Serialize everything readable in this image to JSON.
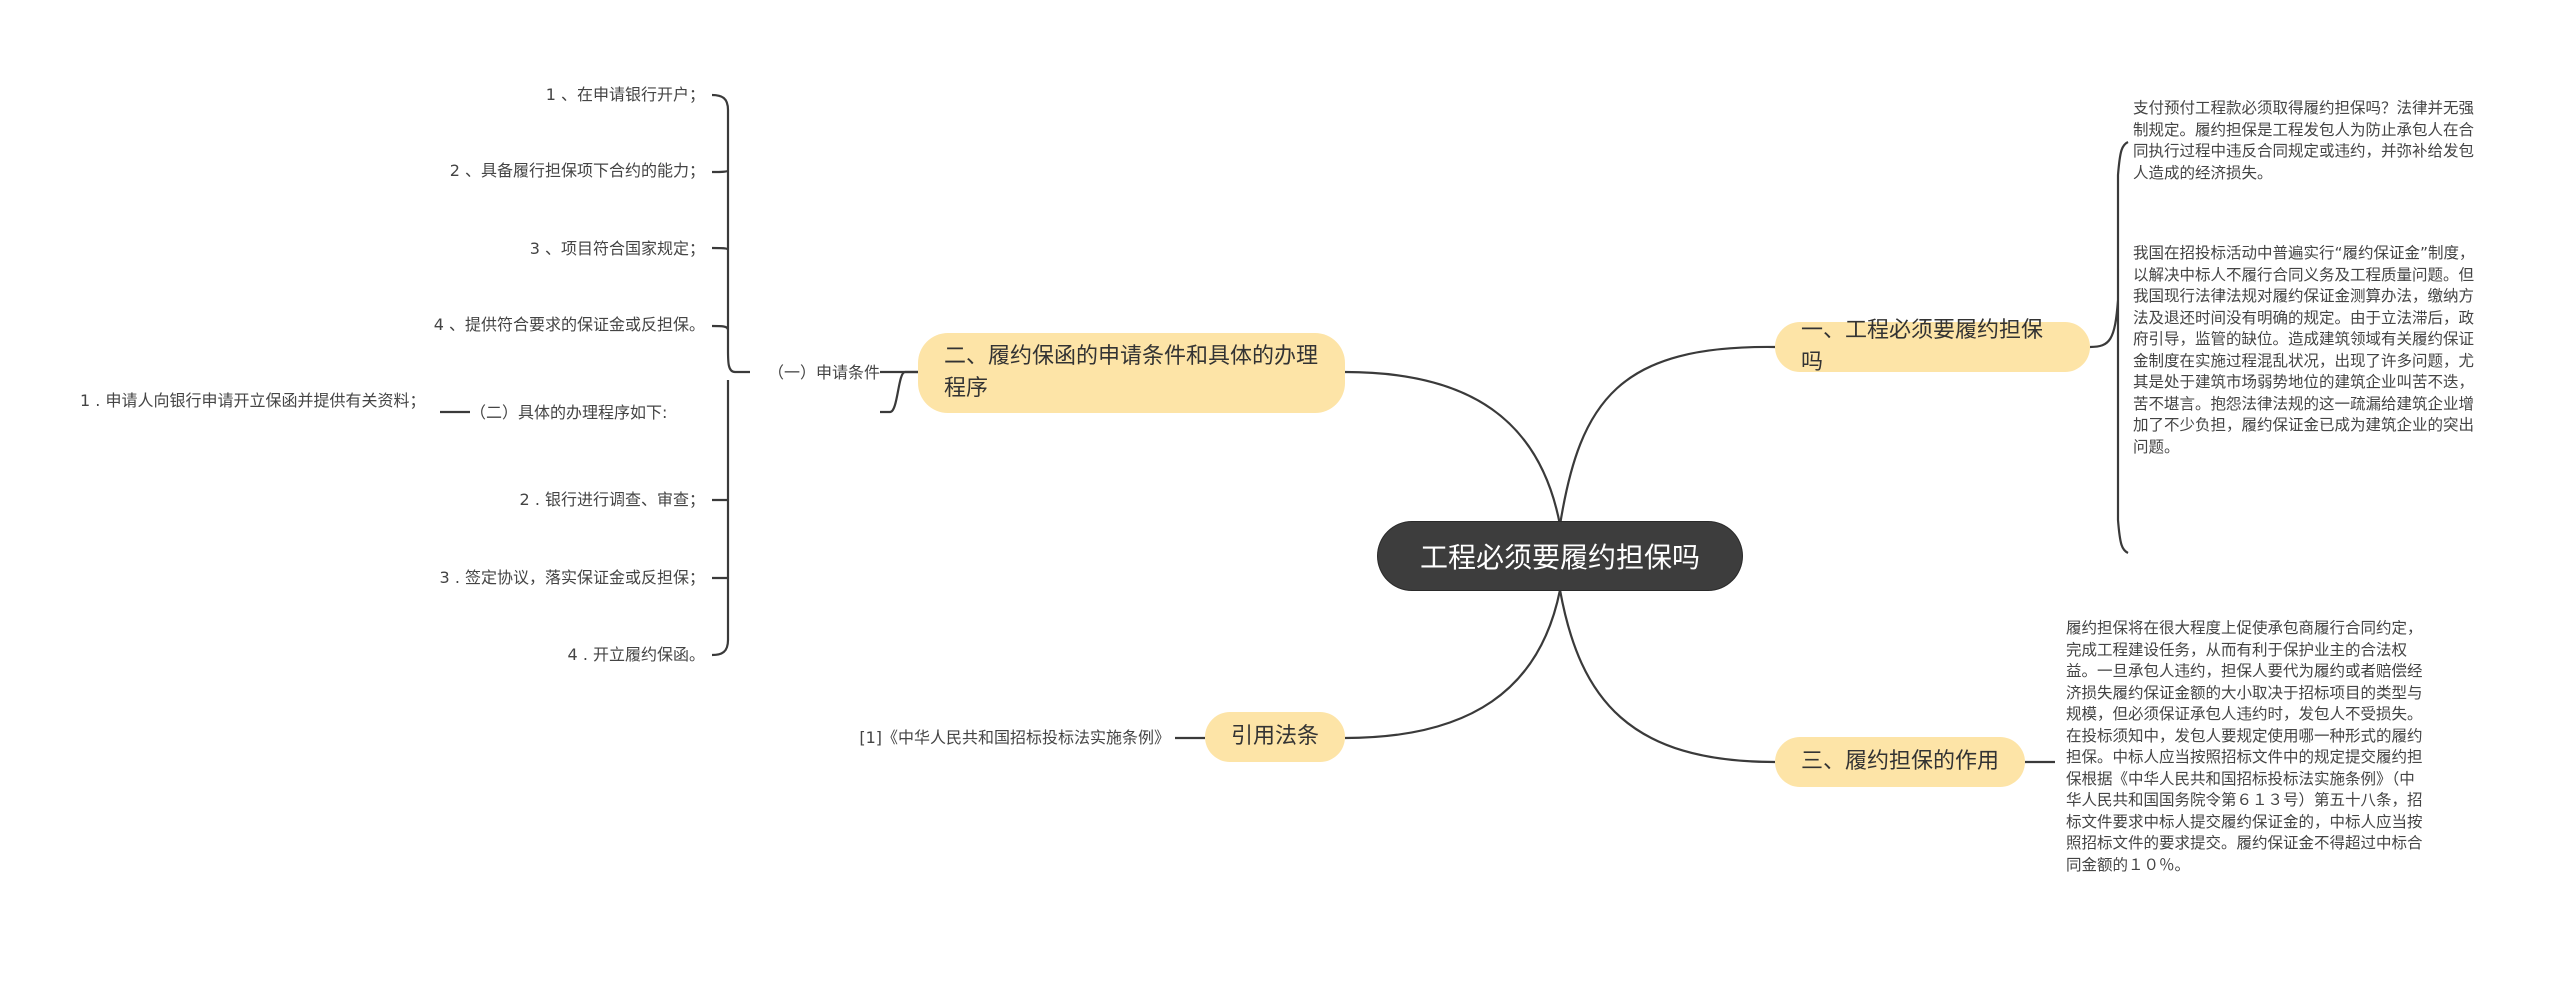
{
  "root": {
    "label": "工程必须要履约担保吗"
  },
  "branches": {
    "b1": {
      "label": "一、工程必须要履约担保吗",
      "notes": [
        "支付预付工程款必须取得履约担保吗？法律并无强制规定。履约担保是工程发包人为防止承包人在合同执行过程中违反合同规定或违约，并弥补给发包人造成的经济损失。",
        "我国在招投标活动中普遍实行“履约保证金”制度，以解决中标人不履行合同义务及工程质量问题。但我国现行法律法规对履约保证金测算办法，缴纳方法及退还时间没有明确的规定。由于立法滞后，政府引导，监管的缺位。造成建筑领域有关履约保证金制度在实施过程混乱状况，出现了许多问题，尤其是处于建筑市场弱势地位的建筑企业叫苦不迭，苦不堪言。抱怨法律法规的这一疏漏给建筑企业增加了不少负担，履约保证金已成为建筑企业的突出问题。"
      ]
    },
    "b2": {
      "label": "二、履约保函的申请条件和具体的办理程序",
      "sub1": {
        "label": "（一）申请条件",
        "items": [
          "1 、在申请银行开户；",
          "2 、具备履行担保项下合约的能力；",
          "3 、项目符合国家规定；",
          "4 、提供符合要求的保证金或反担保。"
        ]
      },
      "sub2": {
        "label": "（二）具体的办理程序如下:",
        "items": [
          "1 . 申请人向银行申请开立保函并提供有关资料；",
          "2 . 银行进行调查、审查；",
          "3 . 签定协议，落实保证金或反担保；",
          "4 . 开立履约保函。"
        ]
      }
    },
    "b3": {
      "label": "三、履约担保的作用",
      "note": "履约担保将在很大程度上促使承包商履行合同约定，完成工程建设任务，从而有利于保护业主的合法权益。一旦承包人违约，担保人要代为履约或者赔偿经济损失履约保证金额的大小取决于招标项目的类型与规模，但必须保证承包人违约时，发包人不受损失。在投标须知中，发包人要规定使用哪一种形式的履约担保。中标人应当按照招标文件中的规定提交履约担保根据《中华人民共和国招标投标法实施条例》（中华人民共和国国务院令第６１３号）第五十八条，招标文件要求中标人提交履约保证金的，中标人应当按照招标文件的要求提交。履约保证金不得超过中标合同金额的１０％。"
    },
    "b4": {
      "label": "引用法条",
      "items": [
        "[1]《中华人民共和国招标投标法实施条例》"
      ]
    }
  },
  "colors": {
    "root_bg": "#3d3d3d",
    "branch_bg": "#fde4a7",
    "line": "#3a3a3a"
  }
}
